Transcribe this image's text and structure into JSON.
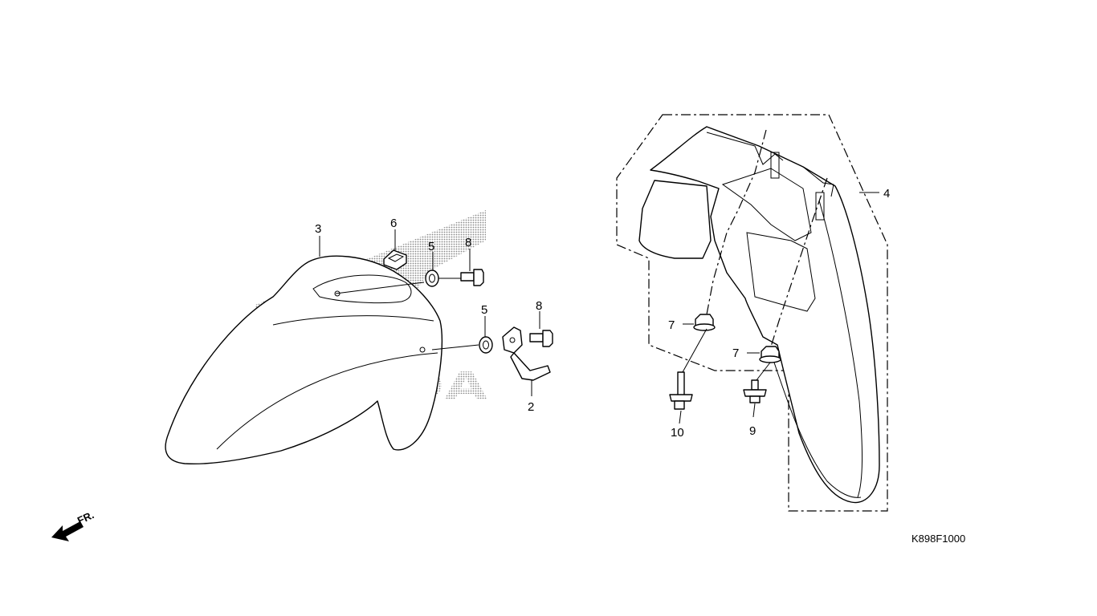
{
  "diagram": {
    "drawing_code": "K898F1000",
    "direction_label": "FR.",
    "watermark": "HONDA",
    "callouts": [
      "2",
      "3",
      "4",
      "5",
      "5",
      "6",
      "7",
      "7",
      "8",
      "8",
      "9",
      "10"
    ]
  }
}
